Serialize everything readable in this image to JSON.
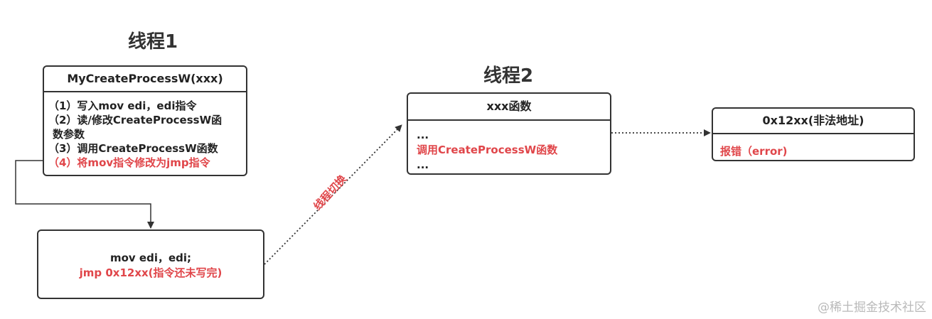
{
  "thread1": {
    "title": "线程1",
    "box_title": "MyCreateProcessW(xxx)",
    "steps": [
      "（1）写入mov edi，edi指令",
      "（2）读/修改CreateProcessW函",
      "数参数",
      "（3）调用CreateProcessW函数",
      "（4）将mov指令修改为jmp指令"
    ]
  },
  "code_box": {
    "line1": "mov edi，edi;",
    "line2": "jmp 0x12xx(指令还未写完)"
  },
  "switch_label": "线程切换",
  "thread2": {
    "title": "线程2",
    "box_title": "xxx函数",
    "lines": [
      "...",
      "调用CreateProcessW函数",
      "..."
    ]
  },
  "error_box": {
    "title": "0x12xx(非法地址)",
    "body": "报错（error)"
  },
  "watermark": "@稀土掘金技术社区",
  "colors": {
    "accent_red": "#e0464a",
    "stroke": "#333333"
  }
}
